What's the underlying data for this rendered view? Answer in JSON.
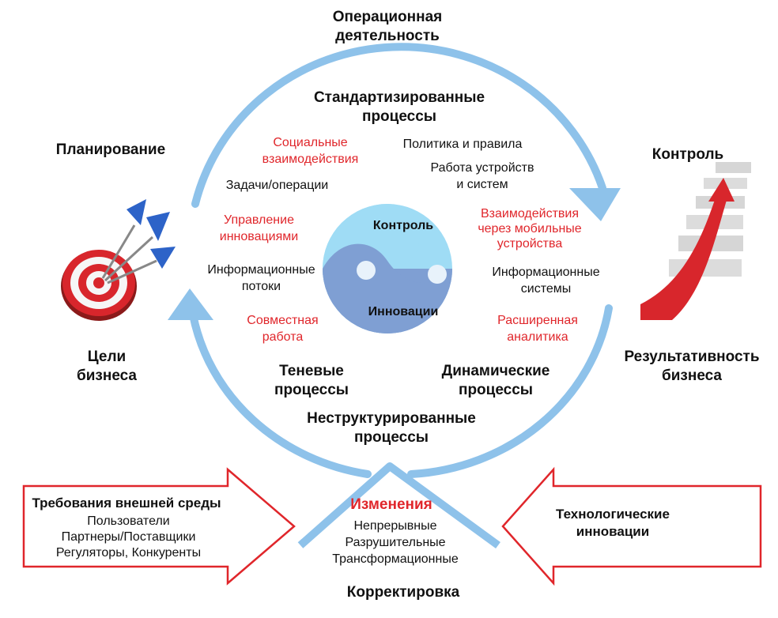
{
  "top": {
    "title_line1": "Операционная",
    "title_line2": "деятельность"
  },
  "corners": {
    "planning": "Планирование",
    "control": "Контроль",
    "goals_line1": "Цели",
    "goals_line2": "бизнеса",
    "result_line1": "Результативность",
    "result_line2": "бизнеса"
  },
  "inner": {
    "std_line1": "Стандартизированные",
    "std_line2": "процессы",
    "social_line1": "Социальные",
    "social_line2": "взаимодействия",
    "policy": "Политика и правила",
    "devices_line1": "Работа устройств",
    "devices_line2": "и систем",
    "tasks": "Задачи/операции",
    "innov_mgmt_line1": "Управление",
    "innov_mgmt_line2": "инновациями",
    "mobile_line1": "Взаимодействия",
    "mobile_line2": "через мобильные",
    "mobile_line3": "устройства",
    "info_flows_line1": "Информационные",
    "info_flows_line2": "потоки",
    "info_sys_line1": "Информационные",
    "info_sys_line2": "системы",
    "collab_line1": "Совместная",
    "collab_line2": "работа",
    "analytics_line1": "Расширенная",
    "analytics_line2": "аналитика",
    "shadow_line1": "Теневые",
    "shadow_line2": "процессы",
    "dynamic_line1": "Динамические",
    "dynamic_line2": "процессы",
    "unstruct_line1": "Неструктурированные",
    "unstruct_line2": "процессы"
  },
  "yinyang": {
    "top_label": "Контроль",
    "bottom_label": "Инновации"
  },
  "left_arrow": {
    "title": "Требования внешней среды",
    "line1": "Пользователи",
    "line2": "Партнеры/Поставщики",
    "line3": "Регуляторы, Конкуренты"
  },
  "right_arrow": {
    "line1": "Технологические",
    "line2": "инновации"
  },
  "changes": {
    "title": "Изменения",
    "line1": "Непрерывные",
    "line2": "Разрушительные",
    "line3": "Трансформационные"
  },
  "bottom": {
    "title": "Корректировка"
  },
  "colors": {
    "cycle_blue": "#8ec2ea",
    "accent_red": "#e0262b",
    "yin_light": "#9fdcf5",
    "yin_dark": "#7f9fd3"
  }
}
